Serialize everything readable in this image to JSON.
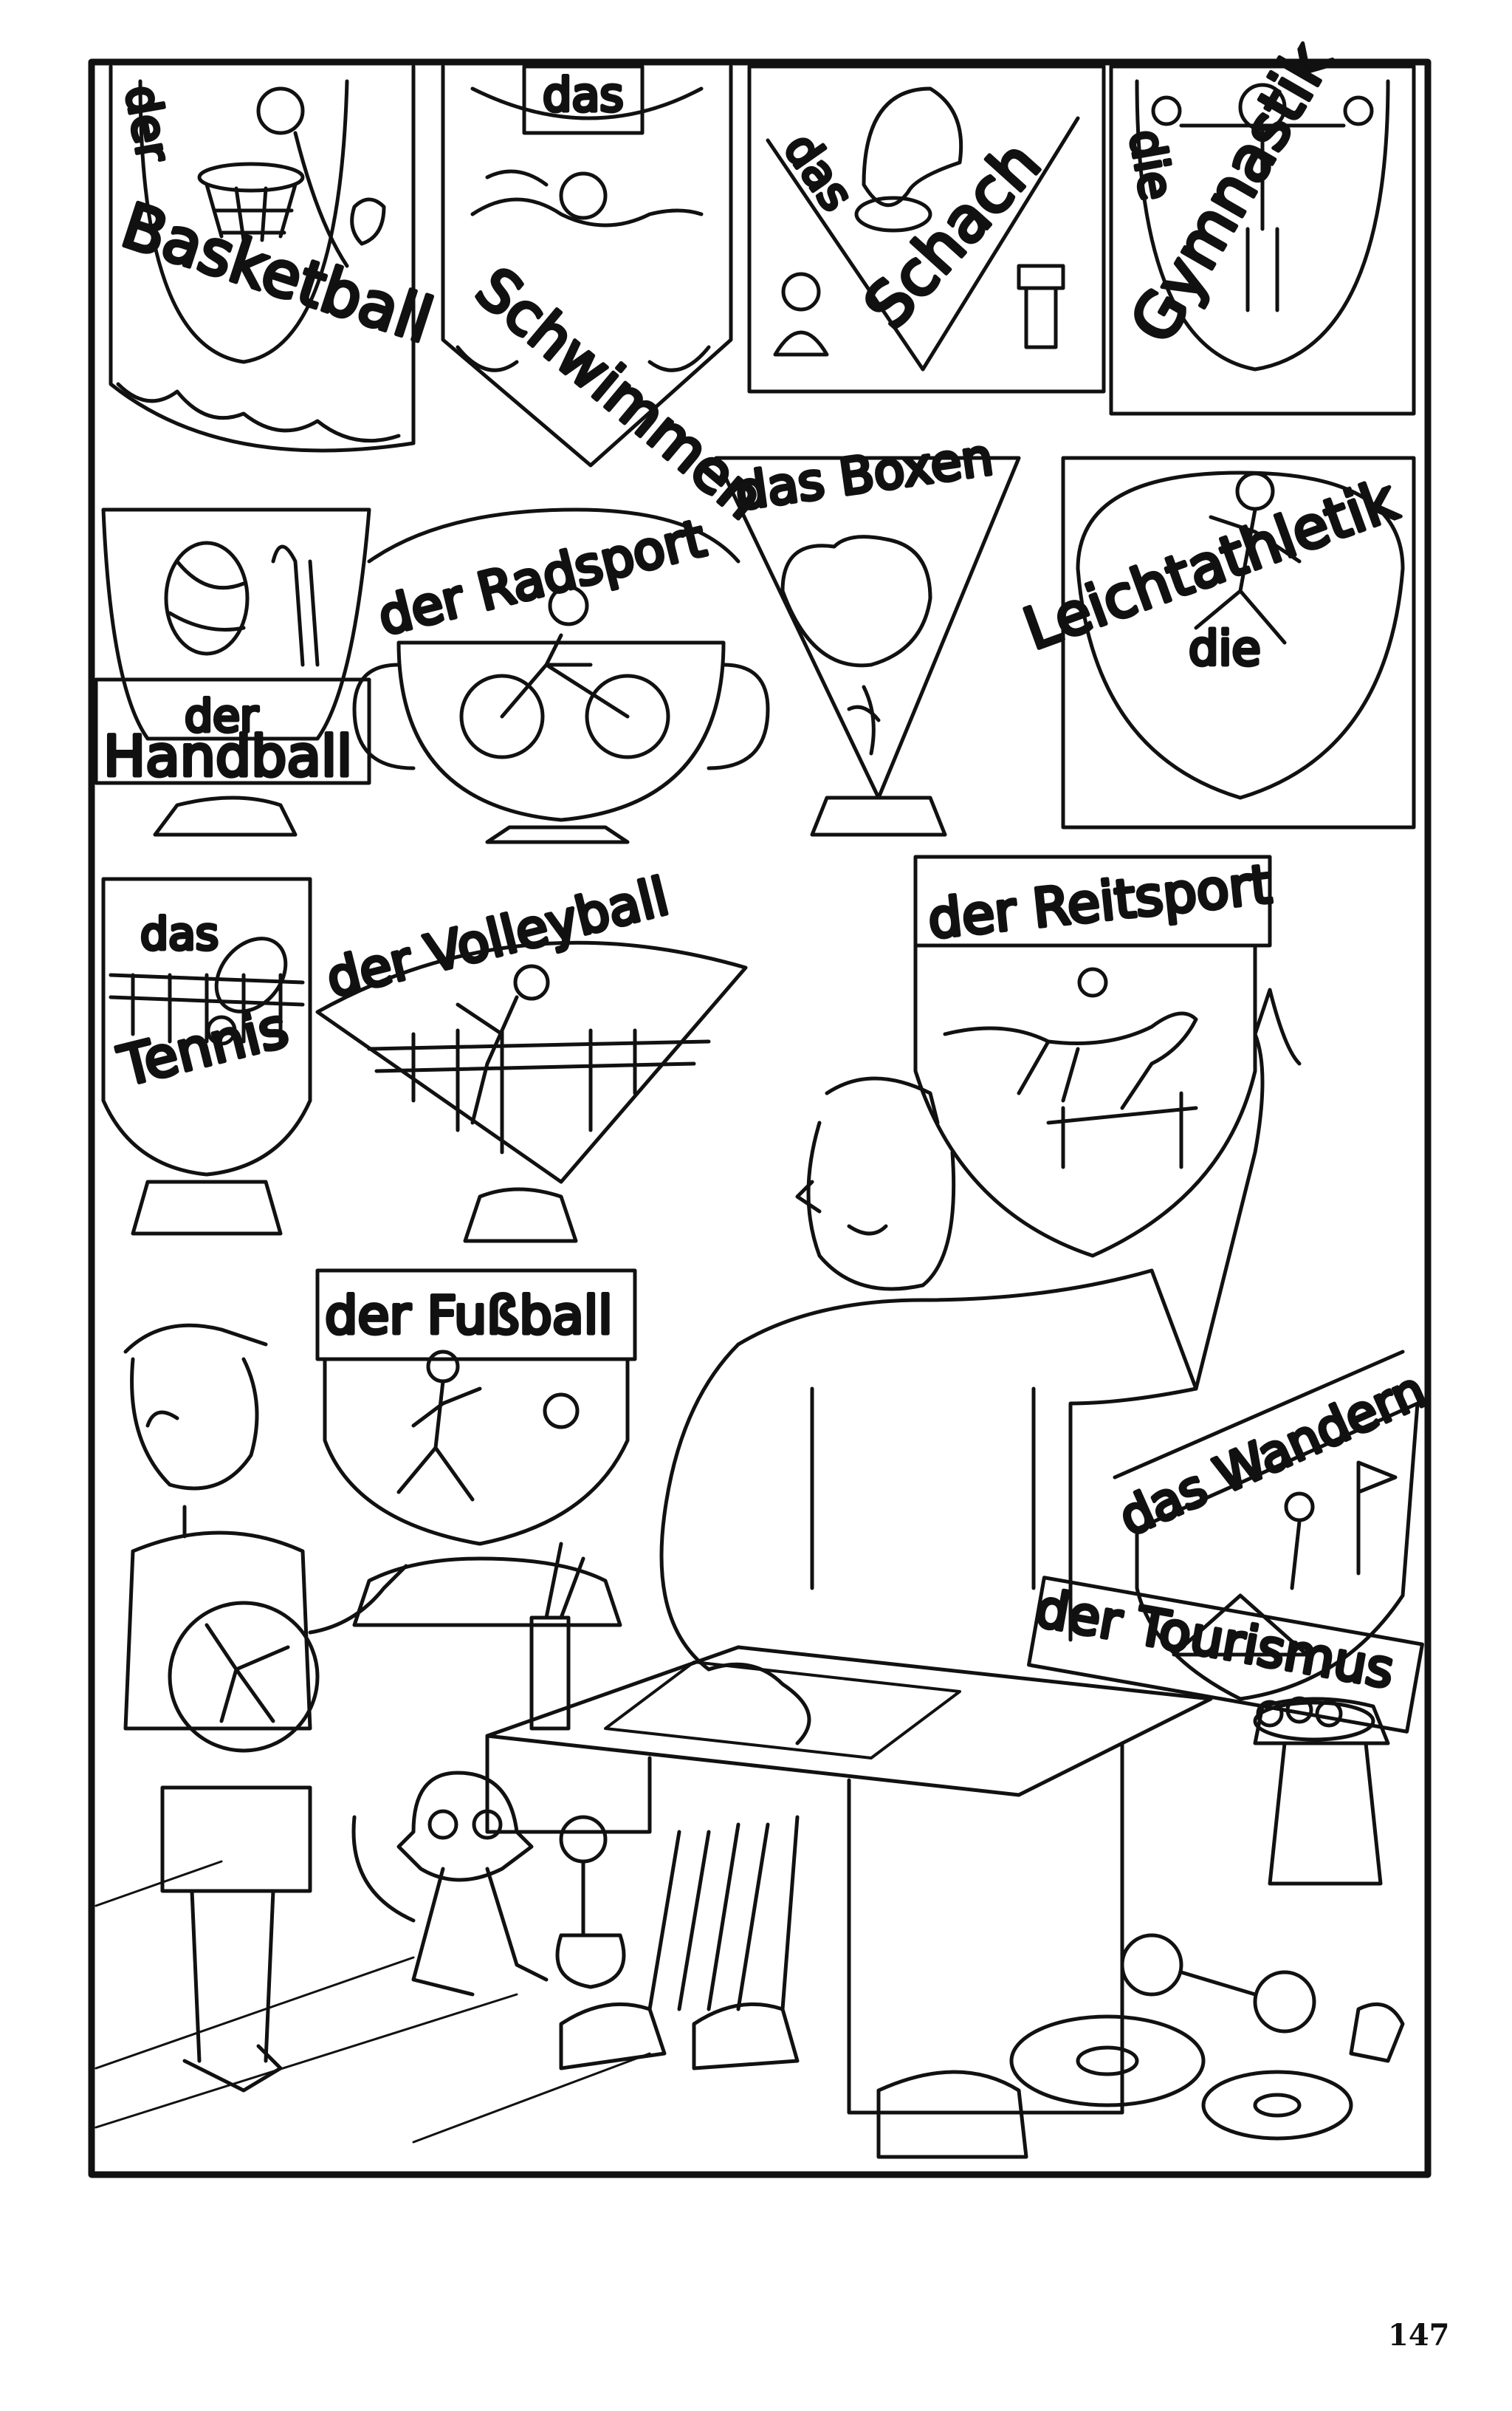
{
  "illustration": {
    "labels": {
      "basketball": {
        "article": "der",
        "word": "Basketball"
      },
      "schwimmen": {
        "article": "das",
        "word": "Schwimmen"
      },
      "schach": {
        "article": "das",
        "word": "Schach"
      },
      "gymnastik": {
        "article": "die",
        "word": "Gymnastik"
      },
      "boxen": {
        "text": "das Boxen"
      },
      "radsport": {
        "text": "der Radsport"
      },
      "handball": {
        "article": "der",
        "word": "Handball"
      },
      "leichtathletik": {
        "article": "die",
        "word": "Leichtathletik"
      },
      "tennis": {
        "article": "das",
        "word": "Tennis"
      },
      "volleyball": {
        "text": "der Volleyball"
      },
      "reitsport": {
        "text": "der Reitsport"
      },
      "fussball": {
        "text": "der Fußball"
      },
      "wandern": {
        "text": "das Wandern"
      },
      "tourismus": {
        "text": "der Tourismus"
      }
    }
  },
  "page_number": "147",
  "colors": {
    "ink": "#111111",
    "paper": "#ffffff"
  }
}
